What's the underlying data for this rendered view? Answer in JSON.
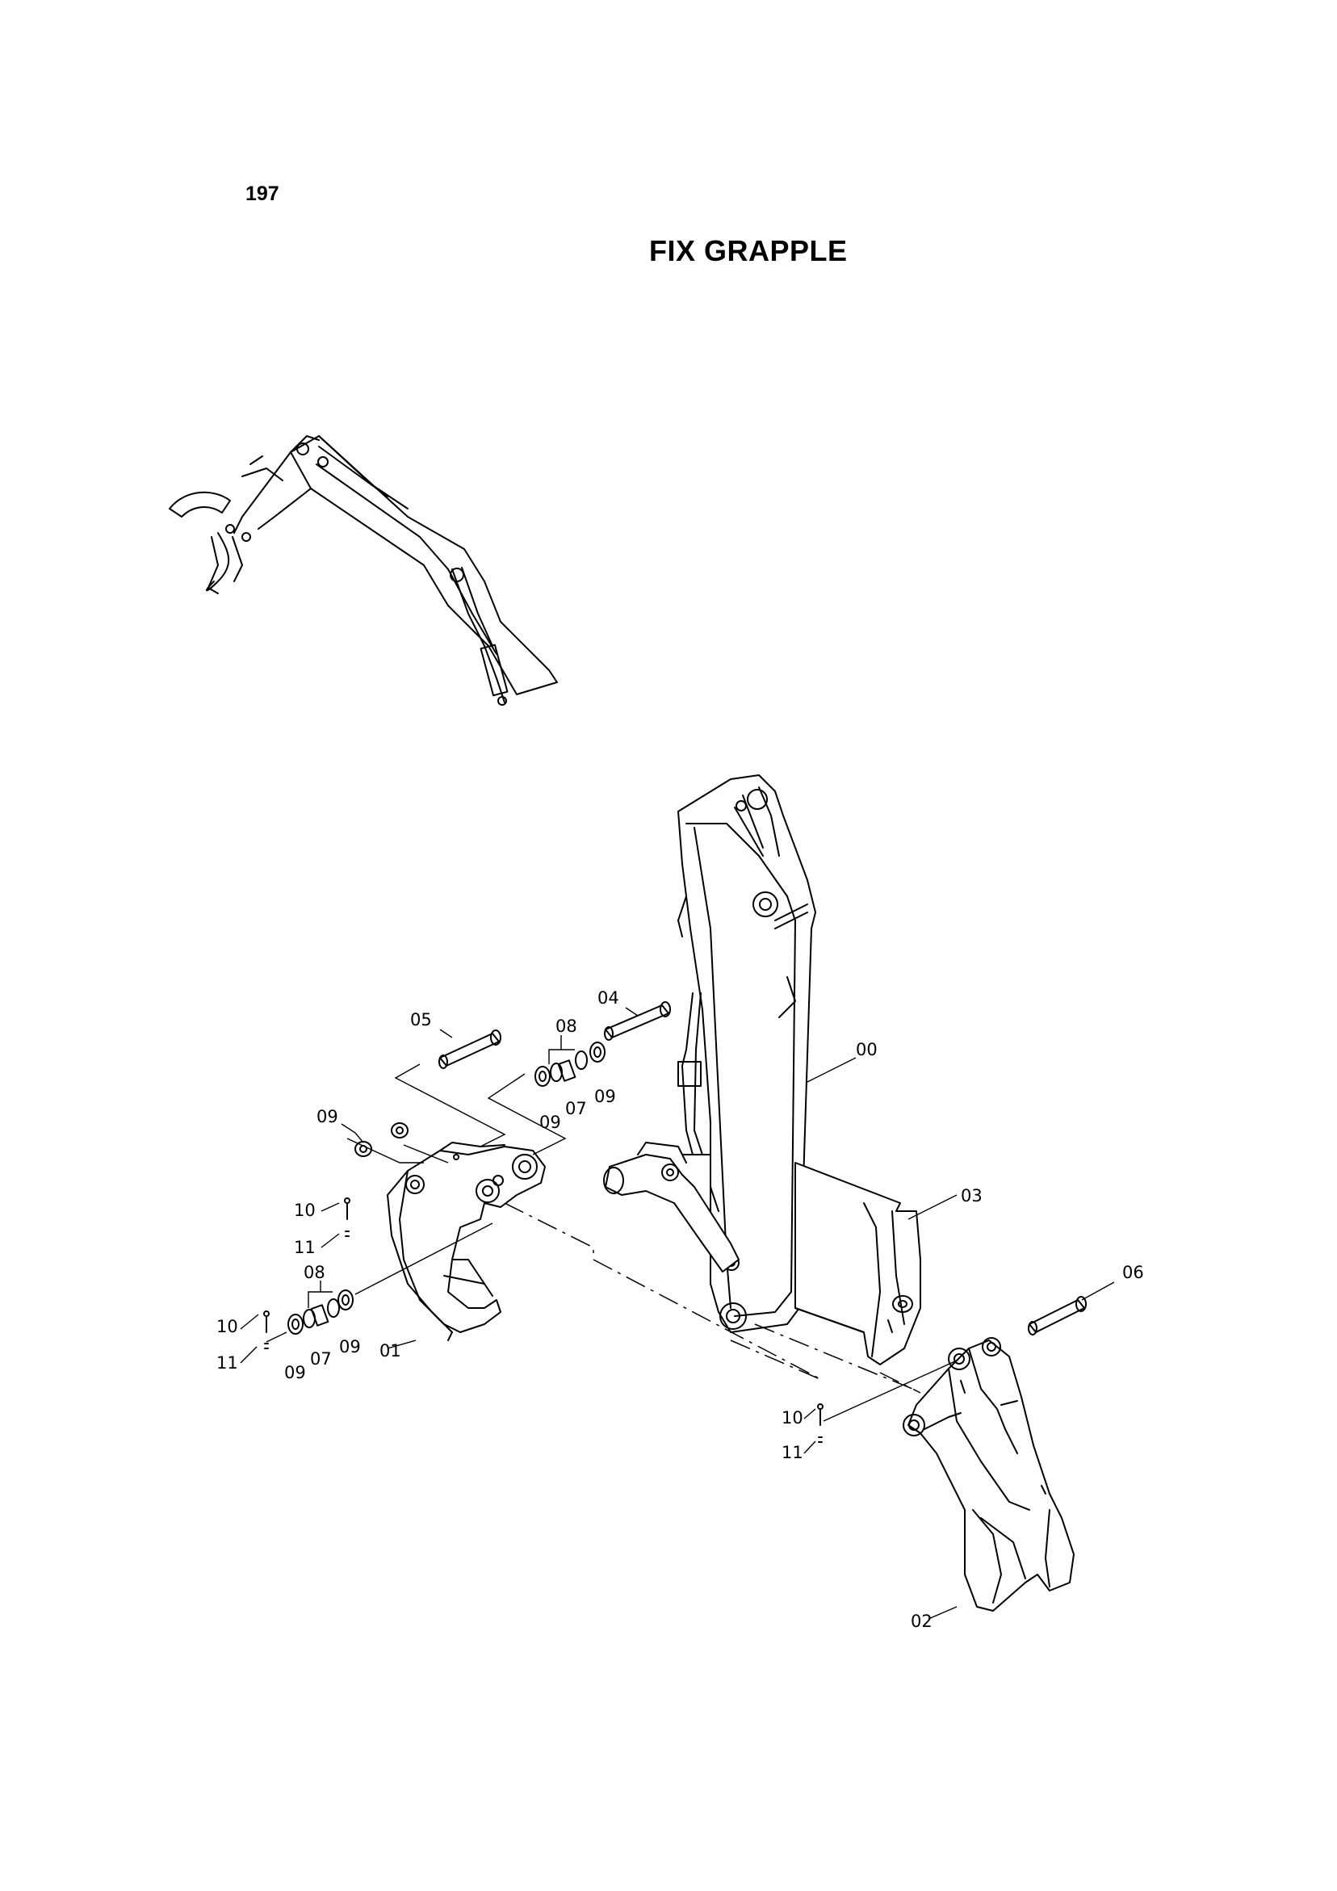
{
  "header": {
    "page_number": "197",
    "title": "FIX GRAPPLE"
  },
  "callouts": {
    "c00": "00",
    "c01": "01",
    "c02": "02",
    "c03": "03",
    "c04": "04",
    "c05": "05",
    "c06": "06",
    "c07a": "07",
    "c07b": "07",
    "c08a": "08",
    "c08b": "08",
    "c09a": "09",
    "c09b": "09",
    "c09c": "09",
    "c09d": "09",
    "c09e": "09",
    "c10a": "10",
    "c10b": "10",
    "c10c": "10",
    "c11a": "11",
    "c11b": "11",
    "c11c": "11"
  }
}
